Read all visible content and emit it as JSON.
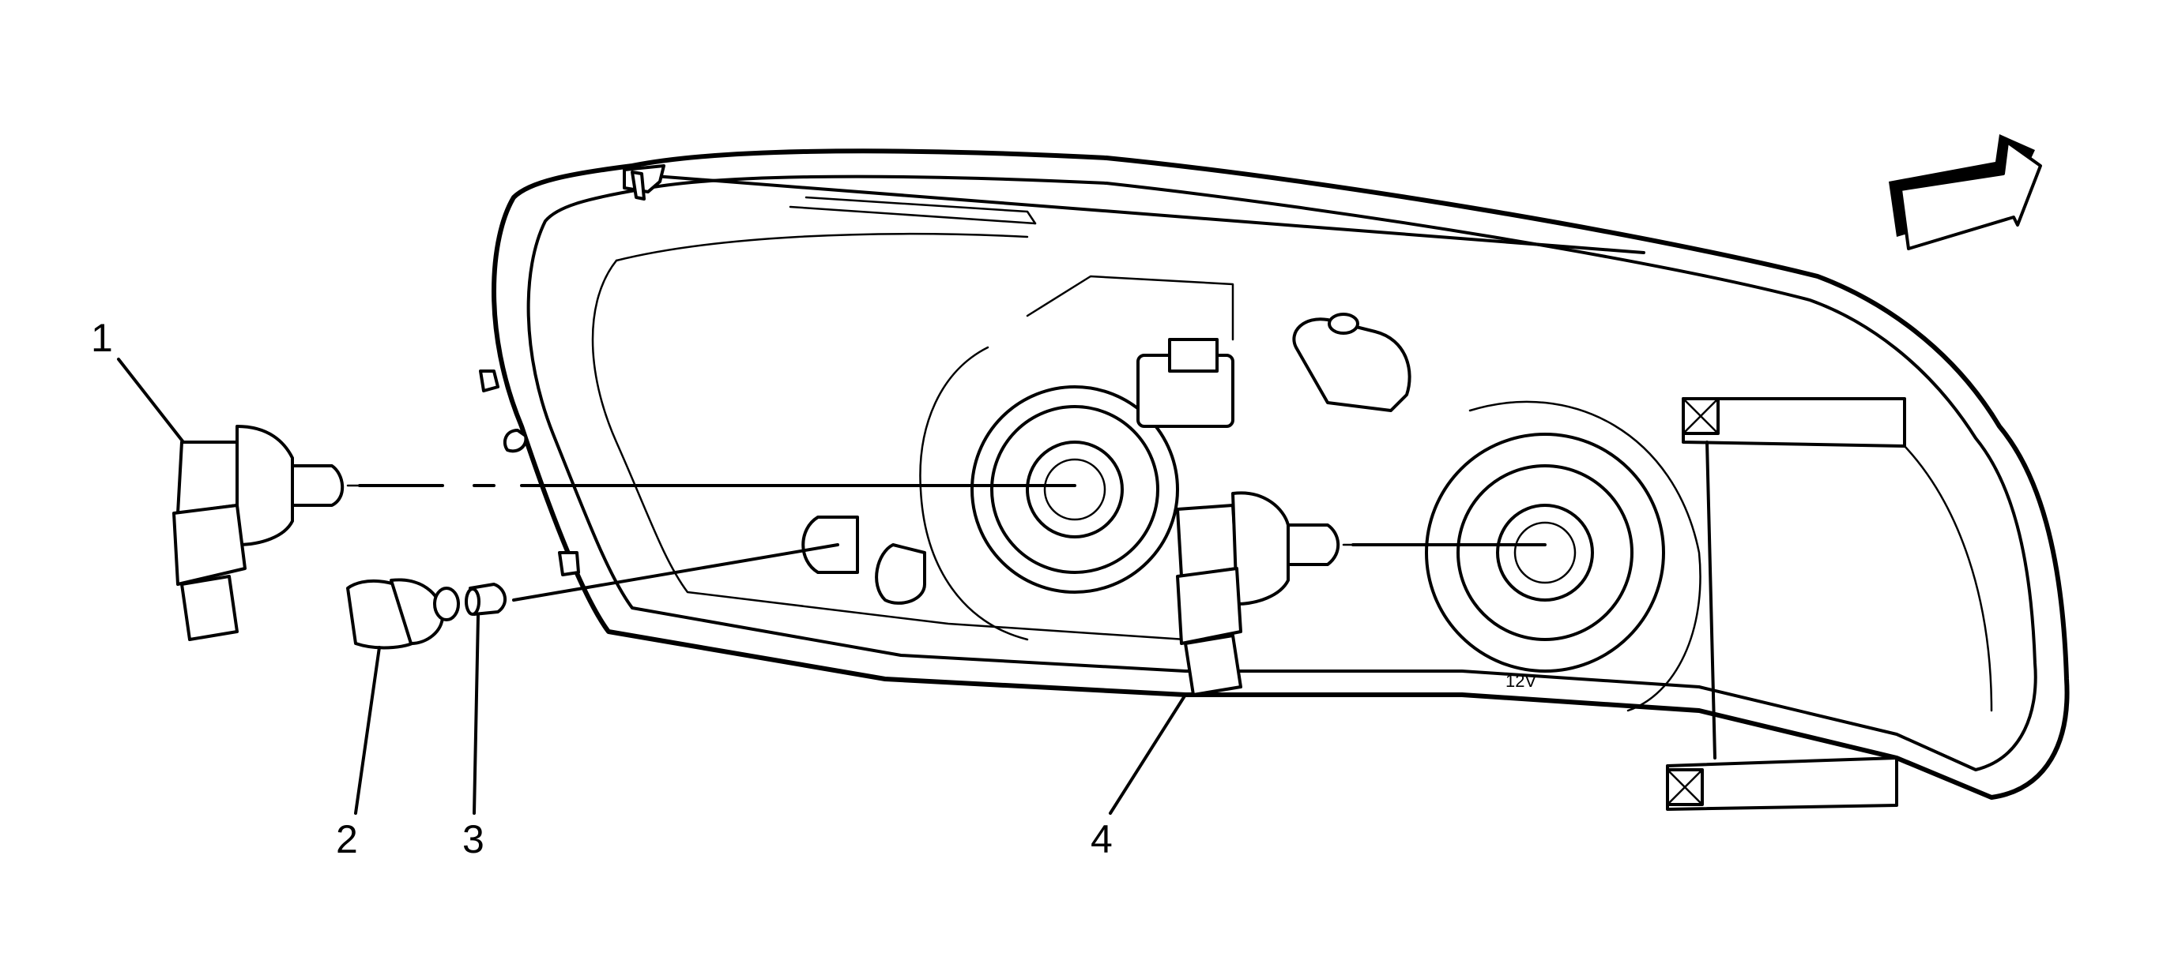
{
  "callouts": [
    {
      "id": "1",
      "label": "1"
    },
    {
      "id": "2",
      "label": "2"
    },
    {
      "id": "3",
      "label": "3"
    },
    {
      "id": "4",
      "label": "4"
    }
  ],
  "embossed_text": "12V",
  "icons": [
    "direction-arrow-icon"
  ],
  "colors": {
    "ink": "#000000",
    "background": "#ffffff"
  }
}
